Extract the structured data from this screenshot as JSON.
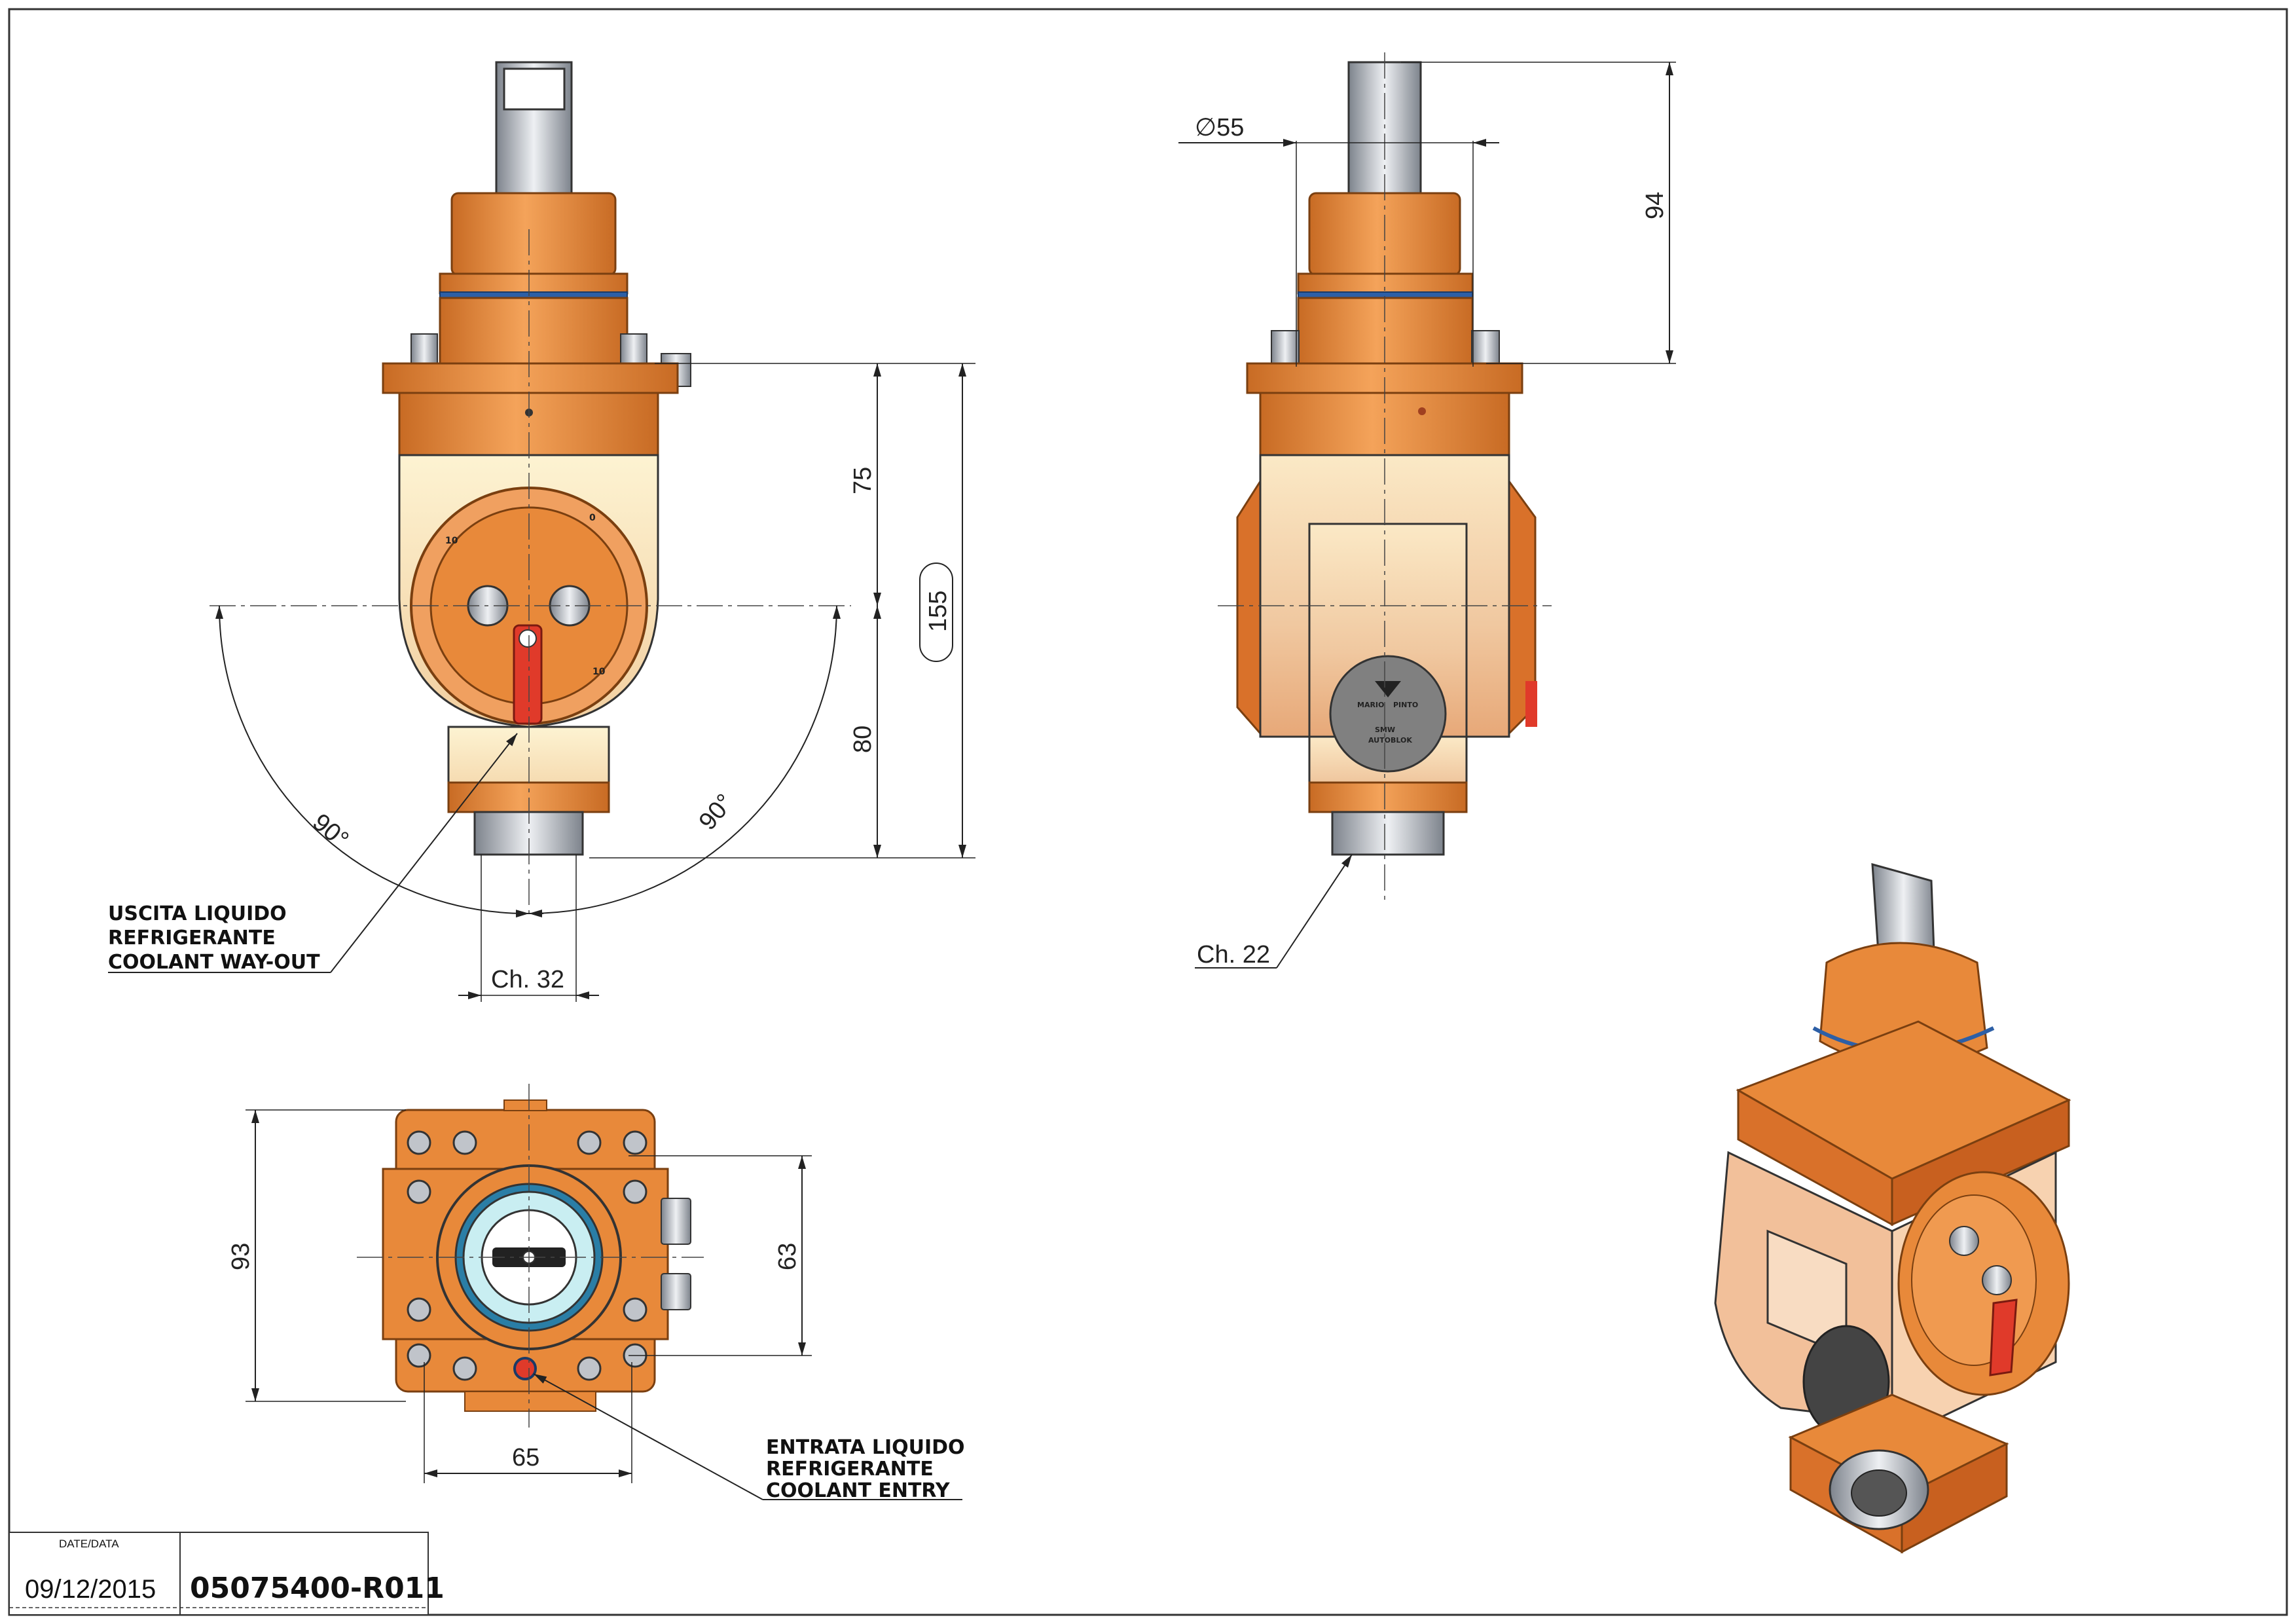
{
  "dimensions": {
    "d75": "75",
    "d80": "80",
    "d155": "155",
    "d94": "94",
    "dia55": "∅55",
    "ch32": "Ch. 32",
    "ch22": "Ch. 22",
    "d93": "93",
    "d63": "63",
    "d65": "65",
    "angle_left": "90°",
    "angle_right": "90°"
  },
  "notes": {
    "coolant_out": [
      "USCITA LIQUIDO",
      "REFRIGERANTE",
      "COOLANT WAY-OUT"
    ],
    "coolant_in": [
      "ENTRATA LIQUIDO",
      "REFRIGERANTE",
      "COOLANT ENTRY"
    ]
  },
  "dial": {
    "mark_0": "0",
    "mark_top": "10",
    "mark_bottom": "10",
    "cap_text": "0 10"
  },
  "logo": {
    "brand_1": "MARIO",
    "brand_2": "PINTO",
    "sub_1": "SMW",
    "sub_2": "AUTOBLOK"
  },
  "title_block": {
    "date_label": "DATE/DATA",
    "date": "09/12/2015",
    "code": "05075400-R011"
  },
  "colors": {
    "orange": "#e8893a",
    "orange_dark": "#b8601f",
    "cream": "#fbefc8",
    "red_lever": "#e03a2a",
    "blue_ring": "#2d5fa6",
    "steel": "#b8bcc4"
  }
}
